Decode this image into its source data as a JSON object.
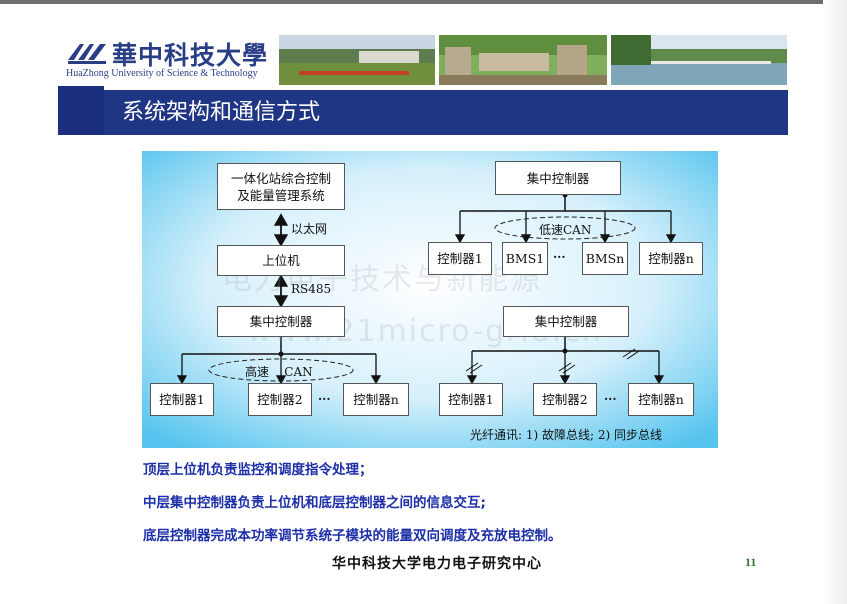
{
  "header": {
    "logo_cn": "華中科技大學",
    "logo_en": "HuaZhong University of Science & Technology",
    "slide_title": "系统架构和通信方式"
  },
  "diagram": {
    "left": {
      "ems": "一体化站综合控制\n及能量管理系统",
      "ethernet": "以太网",
      "host": "上位机",
      "rs485": "RS485",
      "central": "集中控制器",
      "bus": "高速    CAN",
      "ctrl1": "控制器1",
      "ctrl2": "控制器2",
      "ellipsis": "···",
      "ctrln": "控制器n"
    },
    "right_top": {
      "central": "集中控制器",
      "bus": "低速CAN",
      "ctrl1": "控制器1",
      "bms1": "BMS1",
      "ellipsis": "···",
      "bmsn": "BMSn",
      "ctrln": "控制器n"
    },
    "right_bottom": {
      "central": "集中控制器",
      "ctrl1": "控制器1",
      "ctrl2": "控制器2",
      "ellipsis": "···",
      "ctrln": "控制器n",
      "fiber_note": "光纤通讯: 1) 故障总线; 2) 同步总线"
    },
    "watermark_1": "电力电子技术与新能源",
    "watermark_2": "www.21micro-grid.cn"
  },
  "bullets": [
    "顶层上位机负责监控和调度指令处理；",
    "中层集中控制器负责上位机和底层控制器之间的信息交互;",
    "底层控制器完成本功率调节系统子模块的能量双向调度及充放电控制。"
  ],
  "footer": {
    "center": "华中科技大学电力电子研究中心",
    "page": "11"
  },
  "colors": {
    "banner": "#1f3684",
    "bullet_text": "#1c2fa8",
    "page_number": "#2b7a2b"
  }
}
